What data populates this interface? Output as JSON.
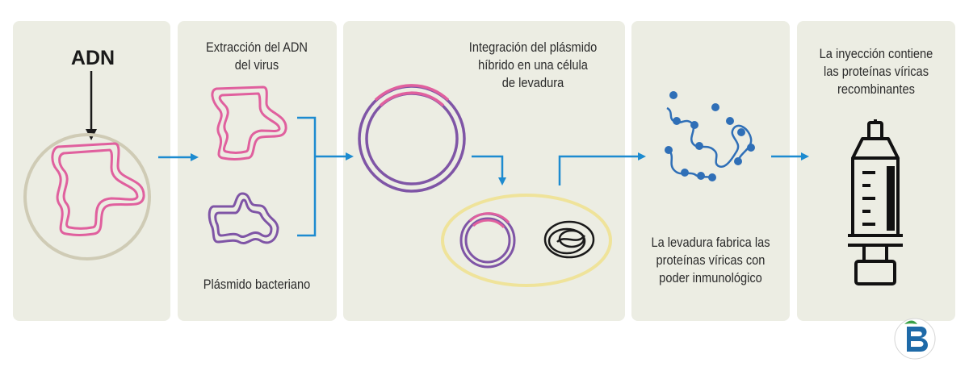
{
  "steps": [
    {
      "adn": "ADN"
    },
    {
      "title": "Extracción del ADN\ndel virus",
      "caption": "Plásmido bacteriano"
    },
    {
      "title": "Integración del plásmido\nhíbrido en una célula\nde levadura"
    },
    {
      "caption": "La levadura fabrica las\nproteínas víricas con\npoder inmunológico"
    },
    {
      "title": "La inyección contiene\nlas proteínas víricas\nrecombinantes"
    }
  ],
  "icons": [
    "dna-loop-icon",
    "plasmid-icon",
    "yeast-cell-icon",
    "protein-chain-icon",
    "syringe-icon",
    "brand-logo-icon"
  ],
  "colors": {
    "panel": "#ecede3",
    "pink": "#e0609e",
    "purple": "#7f55a6",
    "blue": "#1d8bd0",
    "protein": "#2f6fb7",
    "cell_wall": "#efe39a",
    "nucleus_ring": "#cfcbb5",
    "dark": "#1a1a1a",
    "logo_green": "#3aa047",
    "logo_blue": "#1e6aa8"
  }
}
